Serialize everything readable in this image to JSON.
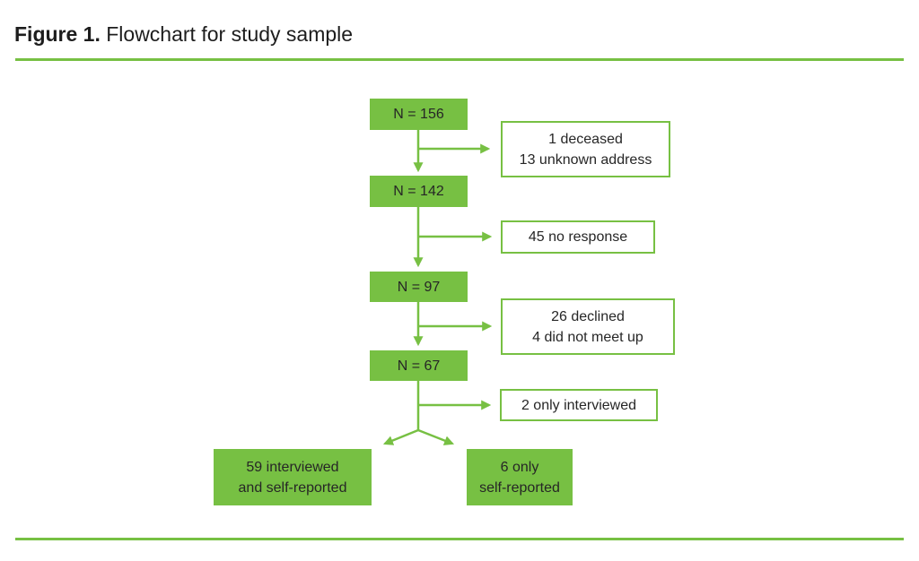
{
  "figure": {
    "caption_prefix": "Figure 1.",
    "caption_text": "Flowchart for study sample"
  },
  "colors": {
    "accent_green": "#77C043",
    "box_text": "#262626",
    "caption_text": "#1D1D1D",
    "white_box_fill": "#FFFFFF"
  },
  "flowchart": {
    "main_nodes": [
      {
        "label": "N = 156"
      },
      {
        "label": "N = 142"
      },
      {
        "label": "N = 97"
      },
      {
        "label": "N = 67"
      }
    ],
    "exclusions": [
      {
        "line1": "1 deceased",
        "line2": "13 unknown address"
      },
      {
        "line1": "45 no response"
      },
      {
        "line1": "26 declined",
        "line2": "4 did not meet up"
      },
      {
        "line1": "2 only interviewed"
      }
    ],
    "outcomes": [
      {
        "line1": "59 interviewed",
        "line2": "and self-reported"
      },
      {
        "line1": "6 only",
        "line2": "self-reported"
      }
    ]
  }
}
